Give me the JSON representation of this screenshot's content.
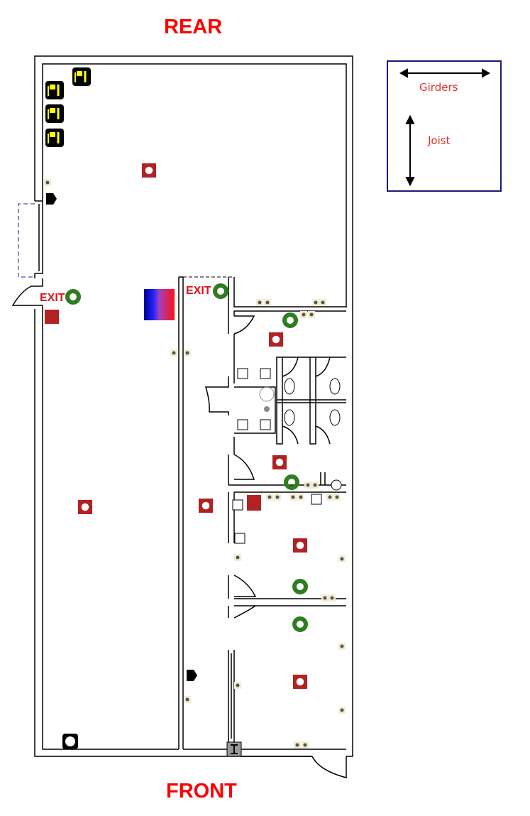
{
  "labels": {
    "rear": "REAR",
    "front": "FRONT",
    "exit_left": "EXIT",
    "exit_center": "EXIT"
  },
  "legend": {
    "girders": "Girders",
    "joist": "Joist"
  },
  "colors": {
    "title": "#ff0000",
    "exit": "#d9141e",
    "smoke_detector": "#b22222",
    "exit_light": "#2e7d1e",
    "legend_border": "#1a1a7a",
    "panel": "#ffff00"
  }
}
